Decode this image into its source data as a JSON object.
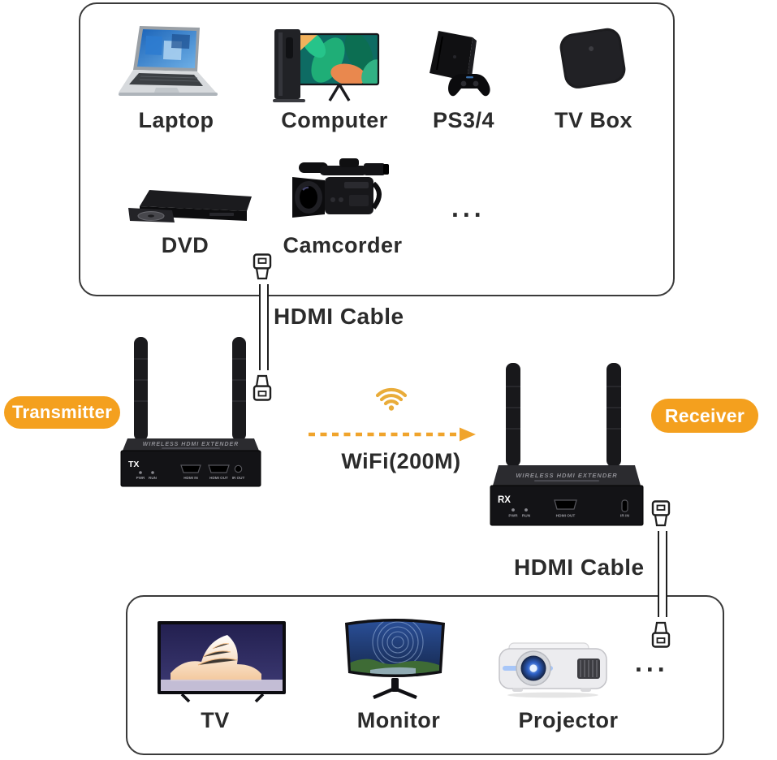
{
  "colors": {
    "accent_orange": "#F4A01E",
    "wifi_orange": "#E9AC3A",
    "box_border": "#3A3A3A",
    "label_text": "#2B2B2B"
  },
  "source_box": {
    "items_row1": [
      {
        "label": "Laptop",
        "icon": "laptop-image"
      },
      {
        "label": "Computer",
        "icon": "desktop-computer-image"
      },
      {
        "label": "PS3/4",
        "icon": "game-console-image"
      },
      {
        "label": "TV Box",
        "icon": "tv-box-image"
      }
    ],
    "items_row2": [
      {
        "label": "DVD",
        "icon": "dvd-player-image"
      },
      {
        "label": "Camcorder",
        "icon": "camcorder-image"
      }
    ],
    "ellipsis": "..."
  },
  "links": {
    "hdmi_cable_top": "HDMI Cable",
    "wifi": "WiFi(200M)",
    "hdmi_cable_bottom": "HDMI Cable",
    "wifi_icon": "wifi-icon",
    "cable_icon": "hdmi-plug-icon",
    "arrow_icon": "dashed-arrow-icon"
  },
  "transmitter": {
    "badge": "Transmitter",
    "top_text": "WIRELESS HDMI EXTENDER",
    "panel": {
      "id": "TX",
      "led_pwr": "PWR",
      "led_run": "RUN",
      "port_hdmi_in": "HDMI IN",
      "port_hdmi_out": "HDMI OUT",
      "port_ir": "IR OUT"
    }
  },
  "receiver": {
    "badge": "Receiver",
    "top_text": "WIRELESS HDMI EXTENDER",
    "panel": {
      "id": "RX",
      "led_pwr": "PWR",
      "led_run": "RUN",
      "port_hdmi_out": "HDMI OUT",
      "port_ir": "IR IN"
    }
  },
  "output_box": {
    "items": [
      {
        "label": "TV",
        "icon": "tv-image"
      },
      {
        "label": "Monitor",
        "icon": "monitor-image"
      },
      {
        "label": "Projector",
        "icon": "projector-image"
      }
    ],
    "ellipsis": "..."
  }
}
